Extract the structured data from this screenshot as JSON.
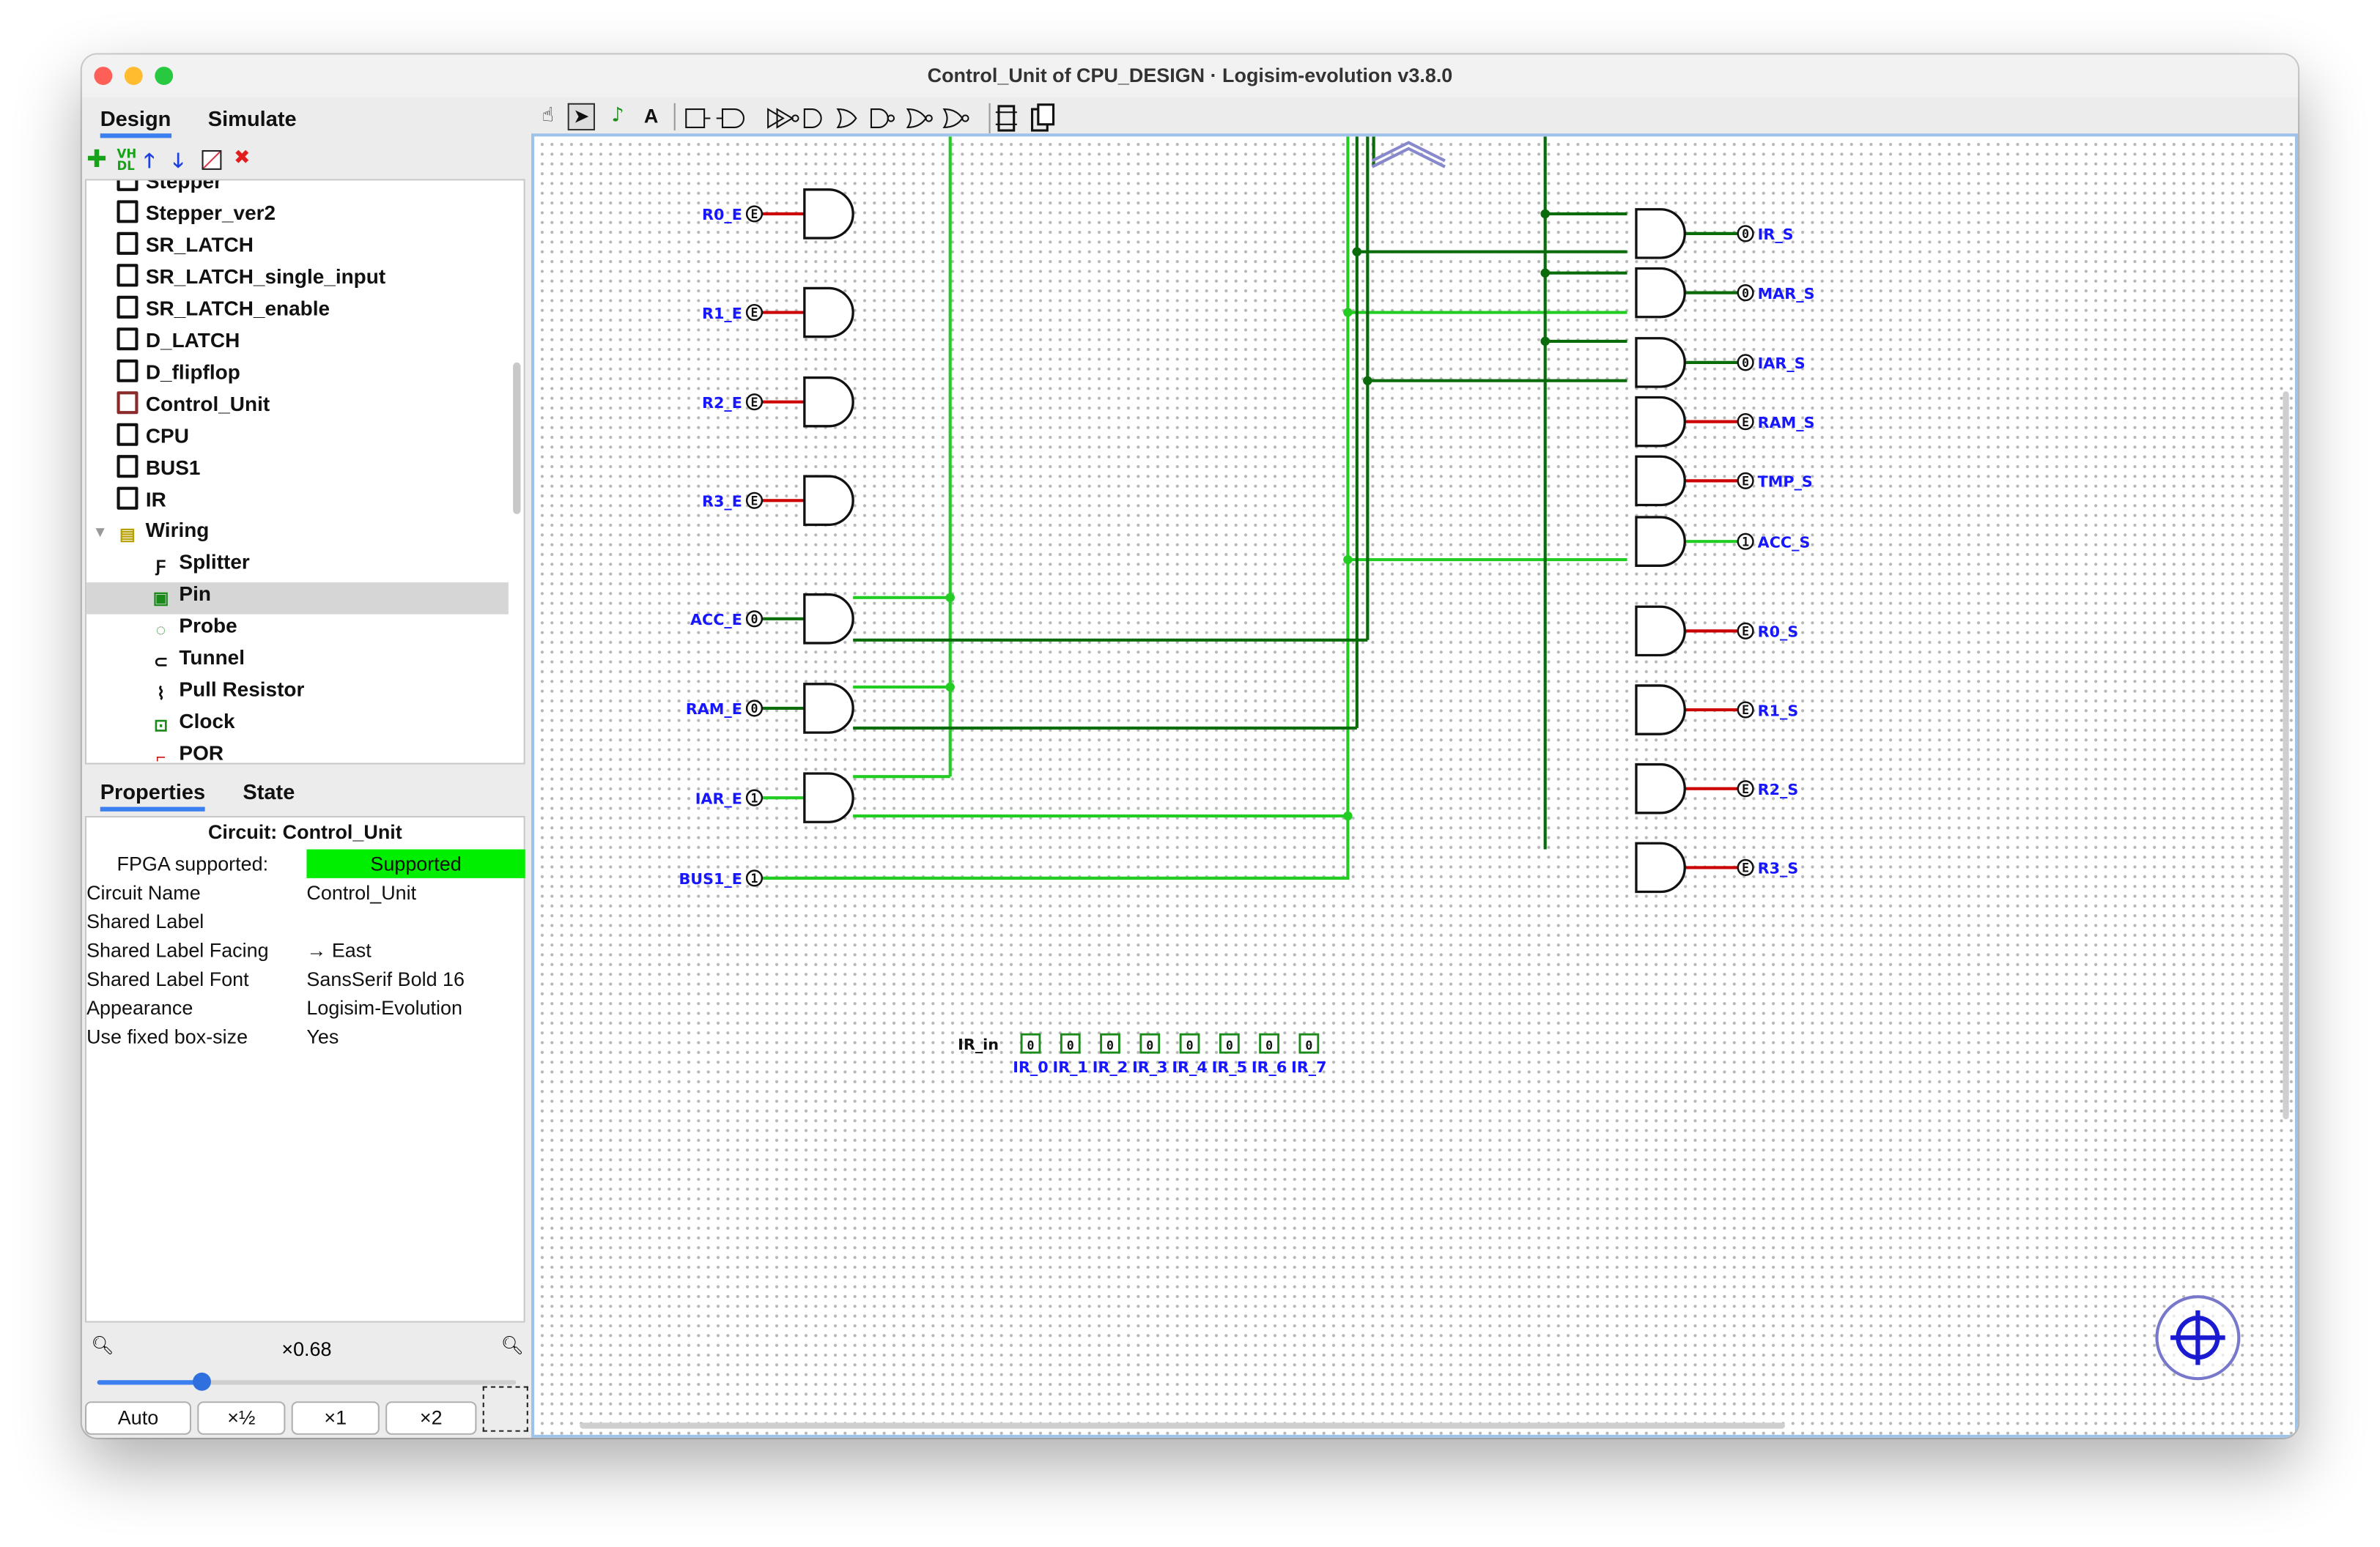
{
  "window": {
    "title": "Control_Unit of CPU_DESIGN · Logisim-evolution v3.8.0"
  },
  "top_tabs": [
    "Design",
    "Simulate"
  ],
  "toolbar": {
    "text_tool": "A"
  },
  "tree": {
    "items": [
      {
        "label": "Stepper",
        "icon": "chip"
      },
      {
        "label": "Stepper_ver2",
        "icon": "chip"
      },
      {
        "label": "SR_LATCH",
        "icon": "chip"
      },
      {
        "label": "SR_LATCH_single_input",
        "icon": "chip"
      },
      {
        "label": "SR_LATCH_enable",
        "icon": "chip"
      },
      {
        "label": "D_LATCH",
        "icon": "chip"
      },
      {
        "label": "D_flipflop",
        "icon": "chip"
      },
      {
        "label": "Control_Unit",
        "icon": "chip-active"
      },
      {
        "label": "CPU",
        "icon": "chip"
      },
      {
        "label": "BUS1",
        "icon": "chip"
      },
      {
        "label": "IR",
        "icon": "chip"
      }
    ],
    "folder": "Wiring",
    "wiring_items": [
      "Splitter",
      "Pin",
      "Probe",
      "Tunnel",
      "Pull Resistor",
      "Clock",
      "POR"
    ],
    "selected": "Pin"
  },
  "prop_tabs": [
    "Properties",
    "State"
  ],
  "properties": {
    "heading": "Circuit: Control_Unit",
    "rows": [
      {
        "key": "FPGA supported:",
        "value": "Supported"
      },
      {
        "key": "Circuit Name",
        "value": "Control_Unit"
      },
      {
        "key": "Shared Label",
        "value": ""
      },
      {
        "key": "Shared Label Facing",
        "value": "→ East"
      },
      {
        "key": "Shared Label Font",
        "value": "SansSerif Bold 16"
      },
      {
        "key": "Appearance",
        "value": "Logisim-Evolution"
      },
      {
        "key": "Use fixed box-size",
        "value": "Yes"
      }
    ],
    "supported_color": "#00ee00"
  },
  "zoom": {
    "value": "×0.68",
    "level": 0.25,
    "buttons": [
      "Auto",
      "×½",
      "×1",
      "×2"
    ]
  },
  "circuit": {
    "left_inputs": [
      {
        "label": "R0_E",
        "value": "E"
      },
      {
        "label": "R1_E",
        "value": "E"
      },
      {
        "label": "R2_E",
        "value": "E"
      },
      {
        "label": "R3_E",
        "value": "E"
      },
      {
        "label": "ACC_E",
        "value": "0"
      },
      {
        "label": "RAM_E",
        "value": "0"
      },
      {
        "label": "IAR_E",
        "value": "1"
      },
      {
        "label": "BUS1_E",
        "value": "1"
      }
    ],
    "right_outputs": [
      {
        "label": "IR_S",
        "value": "0"
      },
      {
        "label": "MAR_S",
        "value": "0"
      },
      {
        "label": "IAR_S",
        "value": "0"
      },
      {
        "label": "RAM_S",
        "value": "E"
      },
      {
        "label": "TMP_S",
        "value": "E"
      },
      {
        "label": "ACC_S",
        "value": "1"
      },
      {
        "label": "R0_S",
        "value": "E"
      },
      {
        "label": "R1_S",
        "value": "E"
      },
      {
        "label": "R2_S",
        "value": "E"
      },
      {
        "label": "R3_S",
        "value": "E"
      }
    ],
    "ir_label": "IR_in",
    "ir_bits": [
      {
        "label": "IR_0",
        "value": "0"
      },
      {
        "label": "IR_1",
        "value": "0"
      },
      {
        "label": "IR_2",
        "value": "0"
      },
      {
        "label": "IR_3",
        "value": "0"
      },
      {
        "label": "IR_4",
        "value": "0"
      },
      {
        "label": "IR_5",
        "value": "0"
      },
      {
        "label": "IR_6",
        "value": "0"
      },
      {
        "label": "IR_7",
        "value": "0"
      }
    ],
    "colors": {
      "wire_high": "#22cc22",
      "wire_low": "#0a6b0a",
      "wire_error": "#cc0000",
      "label": "#1616ff",
      "canvas_border": "#9ec2ea"
    }
  }
}
